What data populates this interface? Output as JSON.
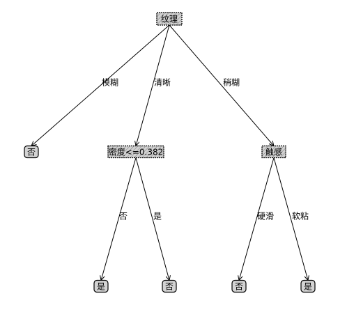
{
  "tree": {
    "nodes": [
      {
        "id": "root",
        "label": "纹理",
        "kind": "decision"
      },
      {
        "id": "l1",
        "label": "否",
        "kind": "leaf"
      },
      {
        "id": "dens",
        "label": "密度<=0.382",
        "kind": "decision"
      },
      {
        "id": "touch",
        "label": "触感",
        "kind": "decision"
      },
      {
        "id": "l2",
        "label": "是",
        "kind": "leaf"
      },
      {
        "id": "l3",
        "label": "否",
        "kind": "leaf"
      },
      {
        "id": "l4",
        "label": "否",
        "kind": "leaf"
      },
      {
        "id": "l5",
        "label": "是",
        "kind": "leaf"
      }
    ],
    "edges": [
      {
        "from": "root",
        "to": "l1",
        "label": "模糊"
      },
      {
        "from": "root",
        "to": "dens",
        "label": "清晰"
      },
      {
        "from": "root",
        "to": "touch",
        "label": "稍糊"
      },
      {
        "from": "dens",
        "to": "l2",
        "label": "否"
      },
      {
        "from": "dens",
        "to": "l3",
        "label": "是"
      },
      {
        "from": "touch",
        "to": "l4",
        "label": "硬滑"
      },
      {
        "from": "touch",
        "to": "l5",
        "label": "软粘"
      }
    ]
  }
}
